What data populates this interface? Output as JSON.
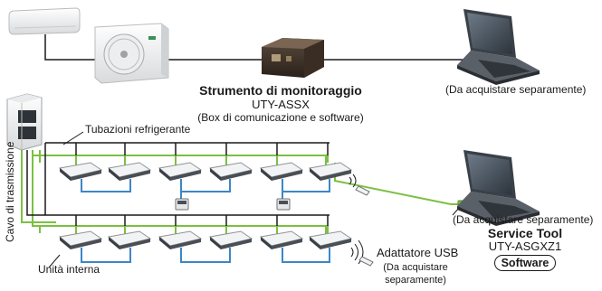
{
  "top": {
    "monitor_title": "Strumento di monitoraggio",
    "monitor_model": "UTY-ASSX",
    "monitor_desc": "(Box di comunicazione e software)",
    "laptop_note": "(Da acquistare separamente)"
  },
  "system": {
    "pipe_label": "Tubazioni refrigerante",
    "cable_label": "Cavo di trasmissione",
    "indoor_label": "Unità interna"
  },
  "service": {
    "laptop_note": "(Da acquistare separamente)",
    "title": "Service Tool",
    "model": "UTY-ASGXZ1",
    "software_badge": "Software"
  },
  "usb": {
    "label": "Adattatore USB",
    "note_line1": "(Da acquistare",
    "note_line2": "separamente)"
  },
  "colors": {
    "pipe": "#7cc043",
    "cable": "#3d86c6",
    "line": "#1a1a1a"
  }
}
